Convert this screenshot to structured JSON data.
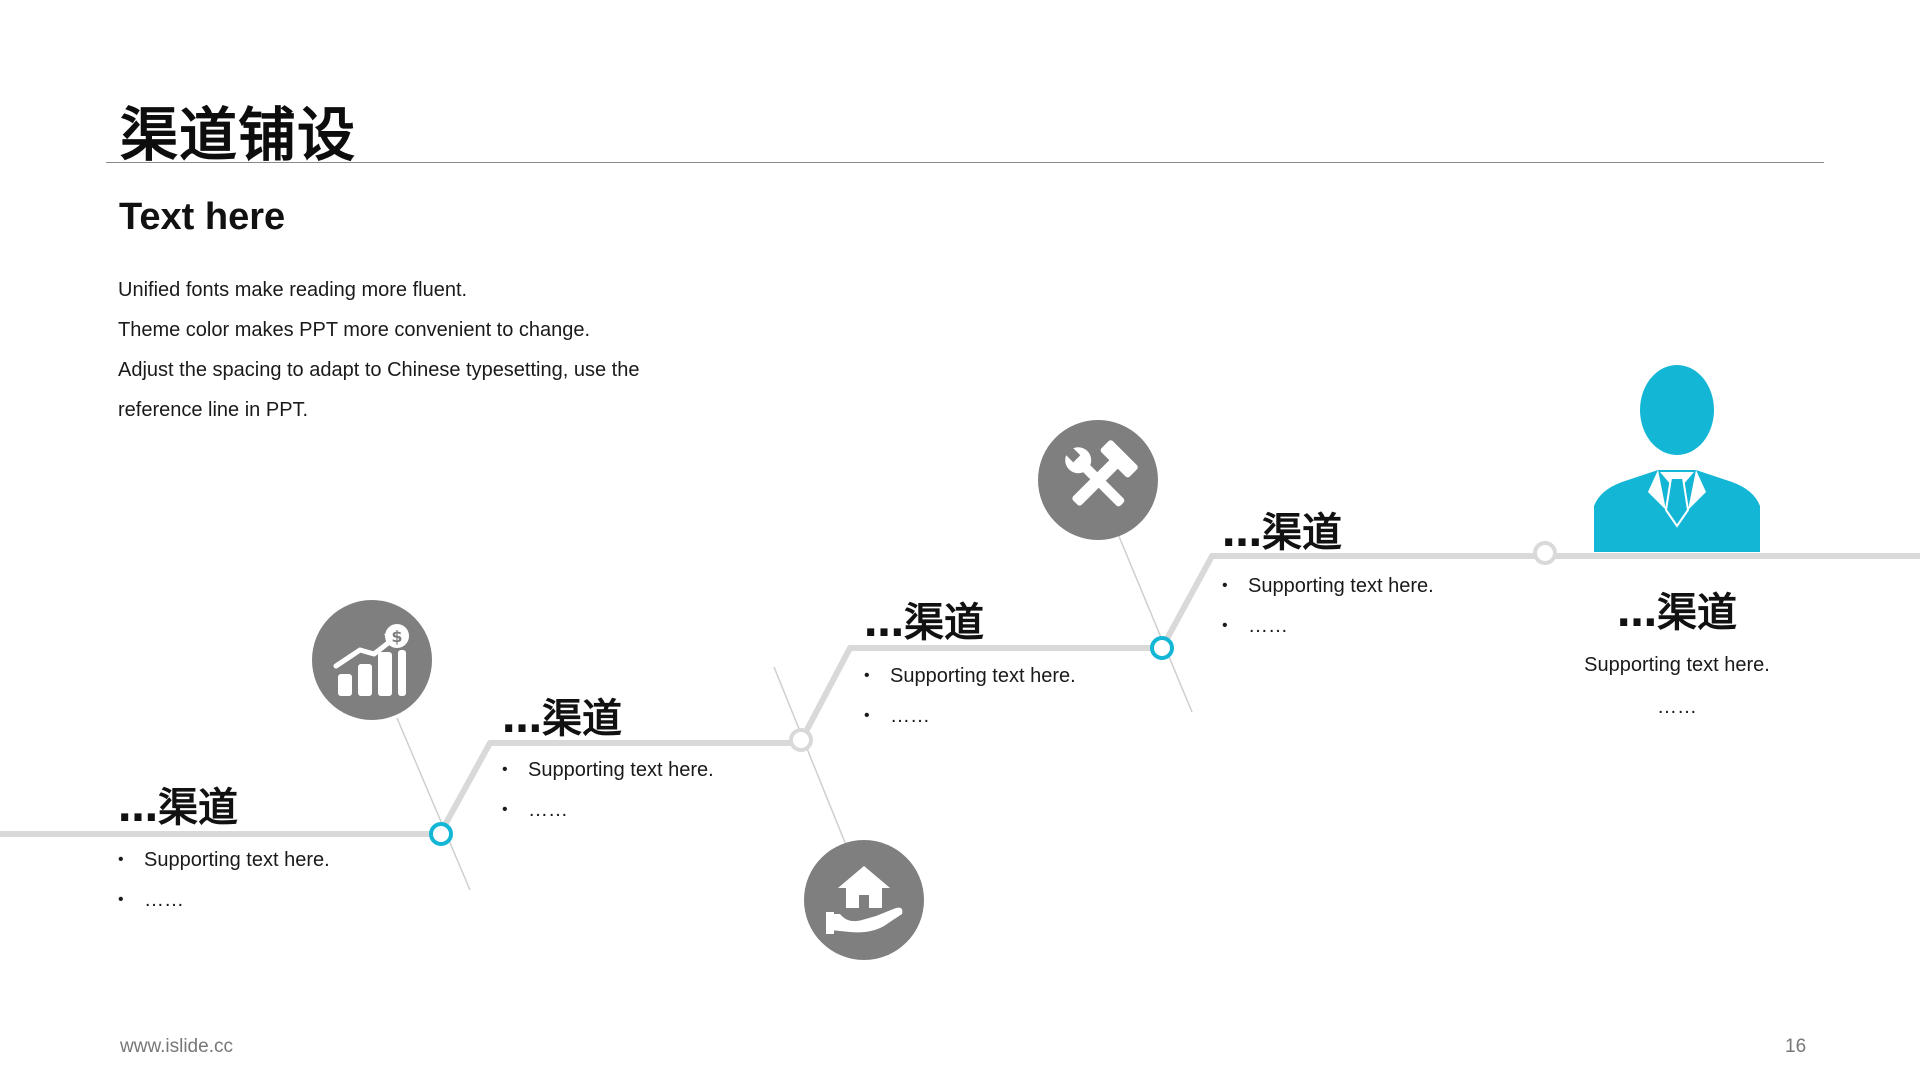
{
  "header": {
    "title": "渠道铺设"
  },
  "intro": {
    "heading": "Text here",
    "lines": [
      "Unified fonts make reading more fluent.",
      "Theme color makes PPT more convenient to change.",
      "Adjust the spacing to adapt to Chinese typesetting, use the",
      "reference line in PPT."
    ]
  },
  "steps": [
    {
      "heading": "…渠道",
      "bullets": [
        "Supporting text here.",
        "……"
      ],
      "icon": "growth-chart-icon"
    },
    {
      "heading": "…渠道",
      "bullets": [
        "Supporting text here.",
        "……"
      ],
      "icon": "house-in-hand-icon"
    },
    {
      "heading": "…渠道",
      "bullets": [
        "Supporting text here.",
        "……"
      ],
      "icon": "tools-icon"
    },
    {
      "heading": "…渠道",
      "bullets": [
        "Supporting text here.",
        "……"
      ]
    },
    {
      "heading": "…渠道",
      "lines": [
        "Supporting text here.",
        "……"
      ],
      "icon": "businessman-icon"
    }
  ],
  "footer": {
    "url": "www.islide.cc",
    "page": "16"
  },
  "colors": {
    "accent": "#14B6D6",
    "icon_gray": "#7F7F7F",
    "track": "#D9D9D9"
  }
}
